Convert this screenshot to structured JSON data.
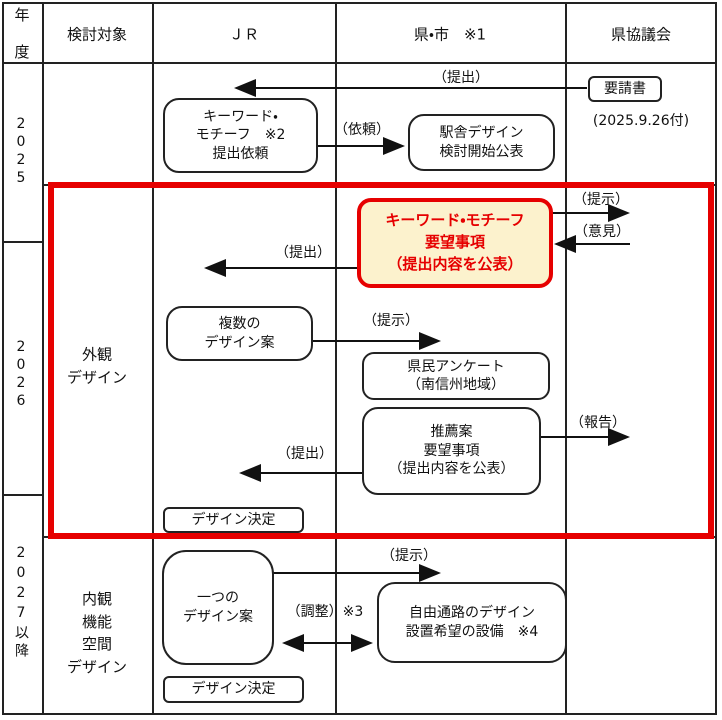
{
  "header": {
    "year": "年\n度",
    "target": "検討対象",
    "jr": "ＪＲ",
    "pref_city": "県・市　※1",
    "council": "県協議会"
  },
  "years": {
    "y2025": "2025",
    "y2026": "2026",
    "y2027": "2027以降"
  },
  "targets": {
    "exterior": "外観\nデザイン",
    "interior": "内観\n機能\n空間\nデザイン"
  },
  "boxes": {
    "request_doc": "要請書",
    "request_doc_date": "(2025.9.26付)",
    "keyword_request": "キーワード・\nモチーフ　※2\n提出依頼",
    "station_design_announce": "駅舎デザイン\n検討開始公表",
    "keyword_highlight": "キーワード・モチーフ\n要望事項\n（提出内容を公表）",
    "multiple_designs": "複数の\nデザイン案",
    "survey": "県民アンケート\n（南信州地域）",
    "recommendation": "推薦案\n要望事項\n（提出内容を公表）",
    "design_decision_2026": "デザイン決定",
    "one_design": "一つの\nデザイン案",
    "free_passage": "自由通路のデザイン\n設置希望の設備　※4",
    "design_decision_2027": "デザイン決定"
  },
  "labels": {
    "submit_request_doc": "（提出）",
    "request": "（依頼）",
    "present_keyword": "（提示）",
    "opinion": "（意見）",
    "submit_keyword": "（提出）",
    "present_designs": "（提示）",
    "report": "（報告）",
    "submit_recommendation": "（提出）",
    "present_one_design": "（提示）",
    "adjust": "（調整）※3"
  },
  "colors": {
    "highlight_border": "#e60000",
    "highlight_fill": "#fcf2cd",
    "highlight_text": "#e60000",
    "line": "#222222"
  }
}
